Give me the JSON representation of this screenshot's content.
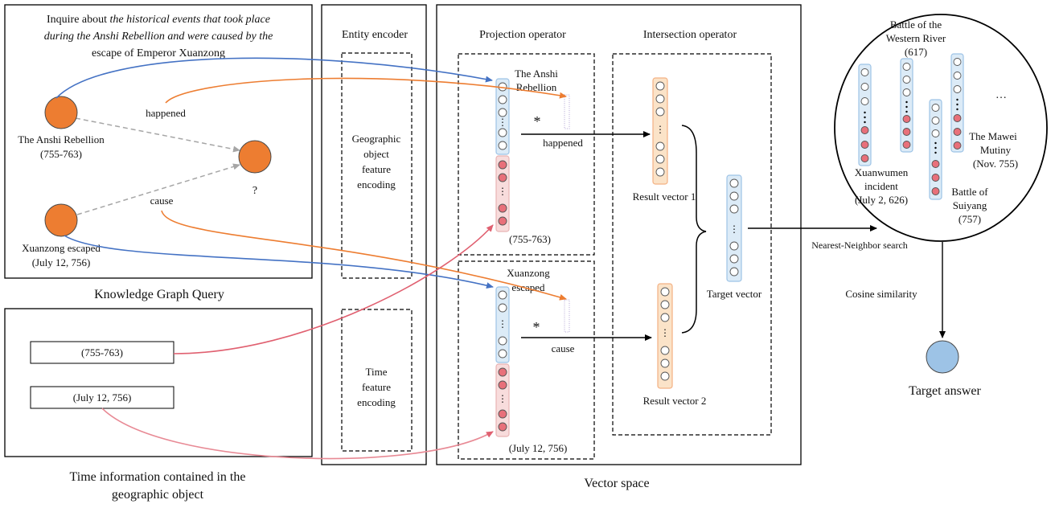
{
  "query_panel": {
    "question": [
      "Inquire about",
      "the historical events that took place",
      "during the Anshi Rebellion and were caused by the",
      "escape  of Emperor Xuanzong"
    ],
    "nodes": {
      "anshi": [
        "The Anshi Rebellion",
        "(755-763)"
      ],
      "xuanzong": [
        "Xuanzong escaped",
        "(July 12, 756)"
      ],
      "unknown": "?"
    },
    "relations": {
      "happened": "happened",
      "cause": "cause"
    },
    "caption": "Knowledge Graph Query"
  },
  "time_panel": {
    "boxes": [
      "(755-763)",
      "(July 12, 756)"
    ],
    "caption": [
      "Time information contained in the",
      "geographic object"
    ]
  },
  "encoder_panel": {
    "title": "Entity encoder",
    "geo_box": [
      "Geographic",
      "object",
      "feature",
      "encoding"
    ],
    "time_box": [
      "Time",
      "feature",
      "encoding"
    ]
  },
  "vector_space": {
    "caption": "Vector space",
    "projection_title": "Projection operator",
    "intersection_title": "Intersection operator",
    "proj1": {
      "label": [
        "The Anshi",
        "Rebellion"
      ],
      "time": "(755-763)",
      "op": "*",
      "relation": "happened"
    },
    "proj2": {
      "label": [
        "Xuanzong",
        "escaped"
      ],
      "time": "(July 12, 756)",
      "op": "*",
      "relation": "cause"
    },
    "result1": "Result vector 1",
    "result2": "Result vector 2",
    "target": "Target vector"
  },
  "answer_panel": {
    "events": {
      "western_river": [
        "Battle of the",
        "Western River",
        "(617)"
      ],
      "mawei": [
        "The Mawei",
        "Mutiny",
        "(Nov. 755)"
      ],
      "xuanwumen": [
        "Xuanwumen",
        "incident",
        "(July 2, 626)"
      ],
      "suiyang": [
        "Battle of",
        "Suiyang",
        "(757)"
      ],
      "ellipsis": "…"
    },
    "nn_search": "Nearest-Neighbor search",
    "cosine": "Cosine similarity",
    "target_answer": "Target answer"
  },
  "colors": {
    "orange": "#ED7D31",
    "blue_line": "#4472C4",
    "red_line": "#E06070",
    "pink_line": "#E88A95",
    "vec_blue_fill": "#DCEBF7",
    "vec_blue_stroke": "#9DC3E6",
    "vec_red_fill": "#F8DCDC",
    "vec_orange_fill": "#FBE3C8",
    "node_blue": "#9DC3E6"
  }
}
